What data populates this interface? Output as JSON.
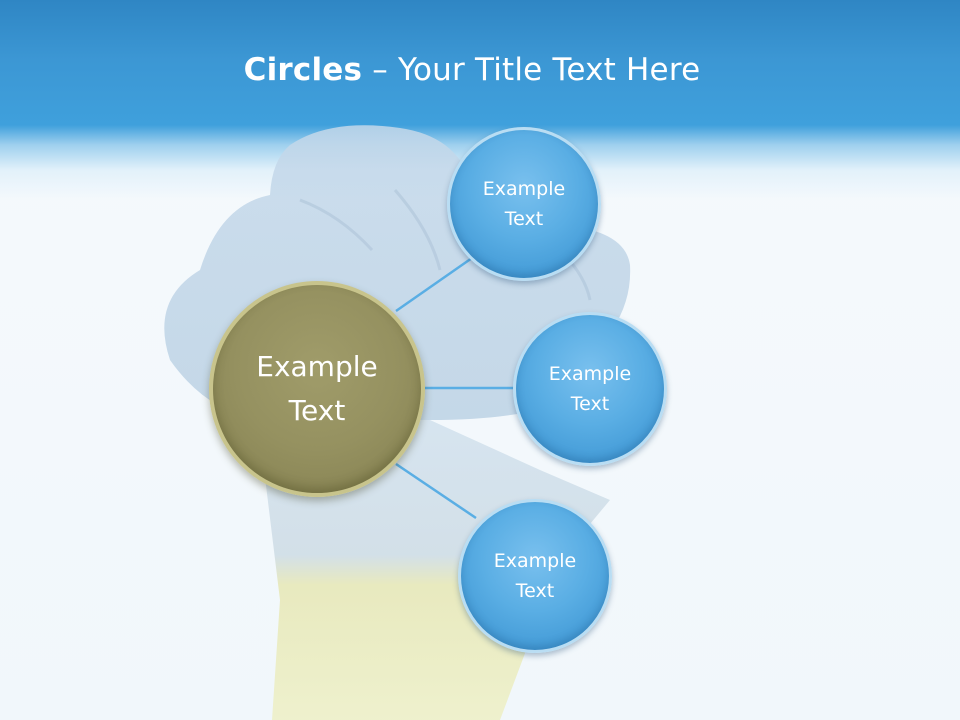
{
  "title": {
    "bold": "Circles",
    "rest": " – Your Title Text Here"
  },
  "center": {
    "label": "Example\nText"
  },
  "satellites": [
    {
      "label": "Example\nText"
    },
    {
      "label": "Example\nText"
    },
    {
      "label": "Example\nText"
    }
  ],
  "colors": {
    "header": "#3c97d4",
    "blue_circle": "#5aaee4",
    "center_circle": "#959160",
    "connector": "#5aaee4"
  }
}
